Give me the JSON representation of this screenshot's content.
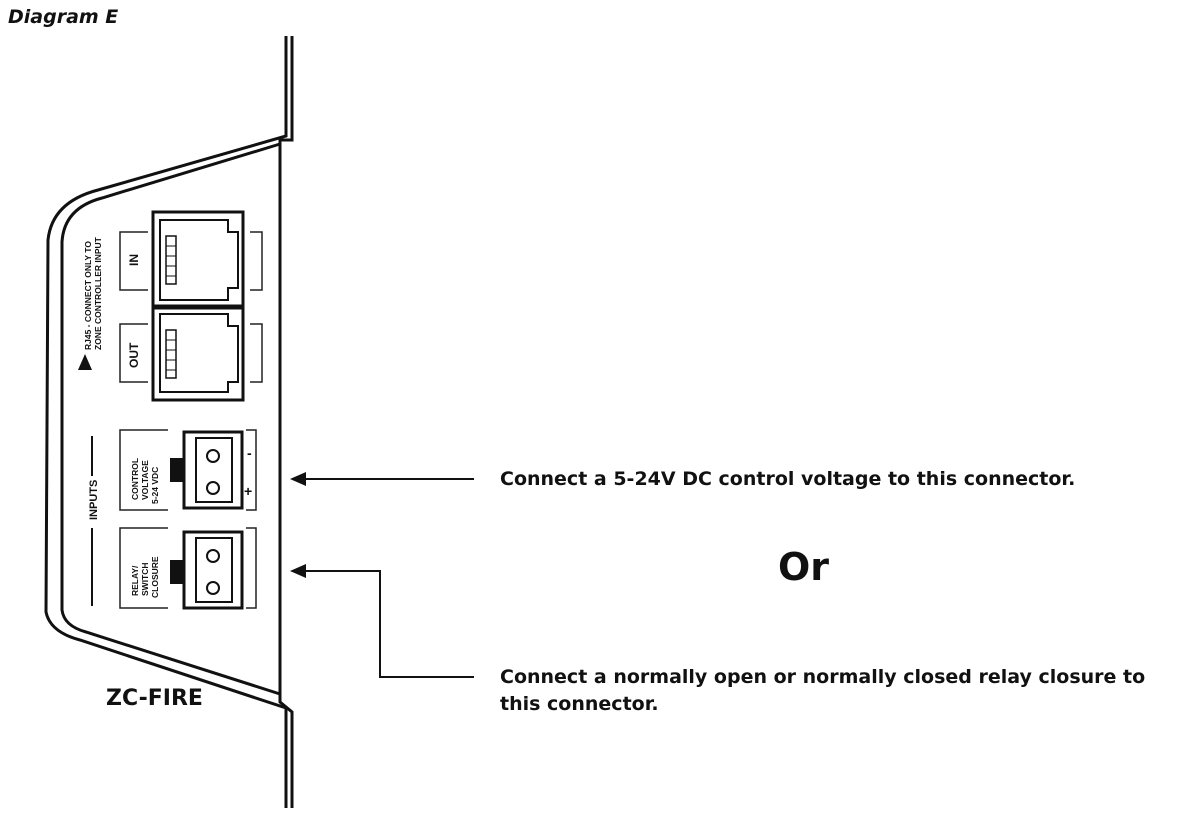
{
  "diagram": {
    "title": "Diagram E",
    "product_label": "ZC-FIRE",
    "or_label": "Or",
    "callouts": [
      "Connect a 5-24V DC control voltage to this connector.",
      "Connect a normally open or normally closed relay closure to this connector."
    ],
    "panel": {
      "rj45_warning_line1": "RJ45 - CONNECT ONLY TO",
      "rj45_warning_line2": "ZONE CONTROLLER INPUT",
      "port_in": "IN",
      "port_out": "OUT",
      "inputs_label": "INPUTS",
      "control_voltage_lines": [
        "CONTROL",
        "VOLTAGE",
        "5-24 VDC"
      ],
      "relay_lines": [
        "RELAY/",
        "SWITCH",
        "CLOSURE"
      ],
      "polarity_minus": "-",
      "polarity_plus": "+"
    }
  }
}
